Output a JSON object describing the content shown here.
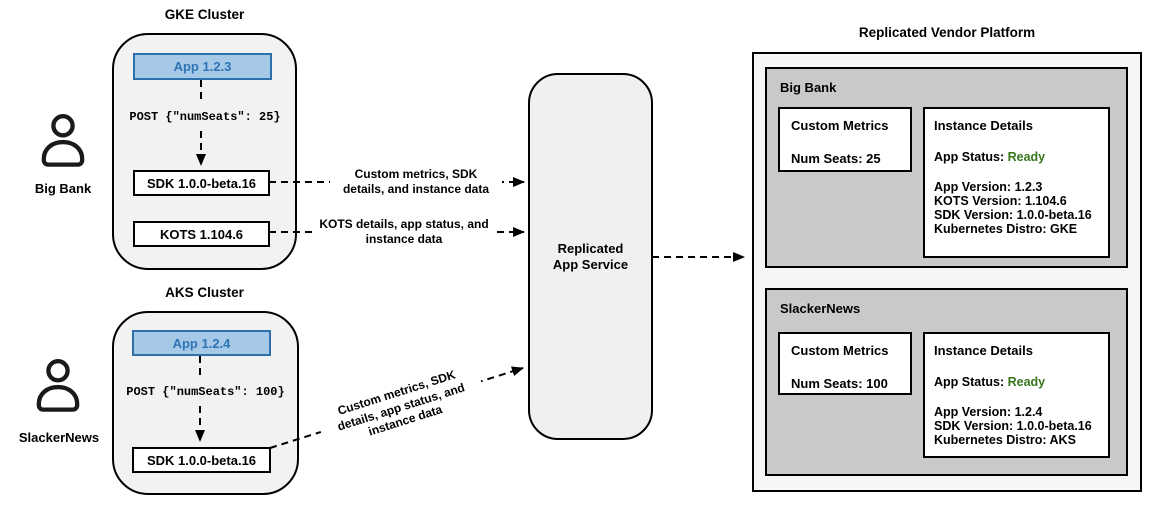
{
  "colors": {
    "app_fill": "#A6C9E8",
    "app_border": "#2E70AC",
    "app_text": "#2E74B5",
    "ready_green": "#38761D",
    "customer_fill": "#C9C9C9",
    "platform_fill": "#F6F6F6",
    "cluster_fill": "#F2F2F2",
    "service_fill": "#F0F0F0"
  },
  "actors": [
    {
      "label": "Big Bank"
    },
    {
      "label": "SlackerNews"
    }
  ],
  "clusters": [
    {
      "title": "GKE Cluster",
      "app_label": "App 1.2.3",
      "post_request": "POST {\"numSeats\": 25}",
      "sdk_label": "SDK 1.0.0-beta.16",
      "kots_label": "KOTS 1.104.6"
    },
    {
      "title": "AKS Cluster",
      "app_label": "App 1.2.4",
      "post_request": "POST {\"numSeats\": 100}",
      "sdk_label": "SDK 1.0.0-beta.16"
    }
  ],
  "service": {
    "lines": [
      "Replicated",
      "App Service"
    ]
  },
  "flows": [
    {
      "lines": [
        "Custom metrics, SDK",
        "details, and instance data"
      ]
    },
    {
      "lines": [
        "KOTS details, app status, and",
        "instance data"
      ]
    },
    {
      "lines": [
        "Custom metrics, SDK",
        "details, app status, and",
        "instance data"
      ]
    }
  ],
  "platform": {
    "title": "Replicated Vendor Platform",
    "customers": [
      {
        "name": "Big Bank",
        "metrics": {
          "title": "Custom Metrics",
          "value": "Num Seats: 25"
        },
        "details": {
          "title": "Instance Details",
          "status_label": "App Status: ",
          "status_value": "Ready",
          "lines": [
            "App Version: 1.2.3",
            "KOTS Version: 1.104.6",
            "SDK Version: 1.0.0-beta.16",
            "Kubernetes Distro: GKE"
          ]
        }
      },
      {
        "name": "SlackerNews",
        "metrics": {
          "title": "Custom Metrics",
          "value": "Num Seats: 100"
        },
        "details": {
          "title": "Instance Details",
          "status_label": "App Status: ",
          "status_value": "Ready",
          "lines": [
            "App Version: 1.2.4",
            "SDK Version: 1.0.0-beta.16",
            "Kubernetes Distro: AKS"
          ]
        }
      }
    ]
  }
}
